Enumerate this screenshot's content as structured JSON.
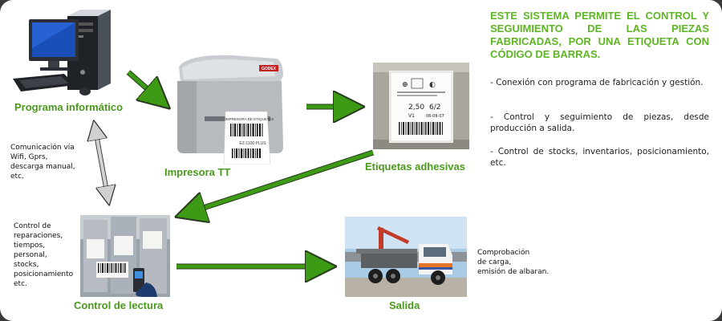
{
  "nodes": {
    "programa": "Programa informático",
    "impresora": "Impresora TT",
    "etiquetas": "Etiquetas adhesivas",
    "control": "Control de lectura",
    "salida": "Salida"
  },
  "notes": {
    "comunicacion": "Comunicación vía\nWifi, Gprs,\ndescarga manual,\netc.",
    "control_reparaciones": "Control de\nreparaciones,\ntiempos,\npersonal,\nstocks,\nposicionamiento\netc.",
    "comprobacion": "Comprobación\nde carga,\nemisión de albaran."
  },
  "info": {
    "title": "ESTE SISTEMA PERMITE EL CONTROL Y SEGUIMIENTO DE LAS PIEZAS FABRICADAS, POR UNA ETIQUETA CON CÓDIGO DE BARRAS.",
    "bullets": [
      "- Conexión con programa de fabricación y gestión.",
      "- Control y seguimiento de piezas, desde producción a salida.",
      "- Control de stocks, inventarios, posicionamiento, etc."
    ]
  },
  "printer": {
    "brand": "GODEX",
    "model": "EZ-1100 PLUS",
    "label_text": "IMPRESORA DE ETIQUETAS"
  },
  "sticker": {
    "line1": "2,50",
    "line2": "6/2",
    "code": "V1",
    "date": "06-06-07"
  },
  "colors": {
    "accent": "#5eb524",
    "arrow_green": "#3c9a15",
    "arrow_gray": "#c8c8c8"
  },
  "icons": [
    "computer-icon",
    "printer-icon",
    "sticker-photo",
    "reader-photo",
    "truck-photo"
  ]
}
